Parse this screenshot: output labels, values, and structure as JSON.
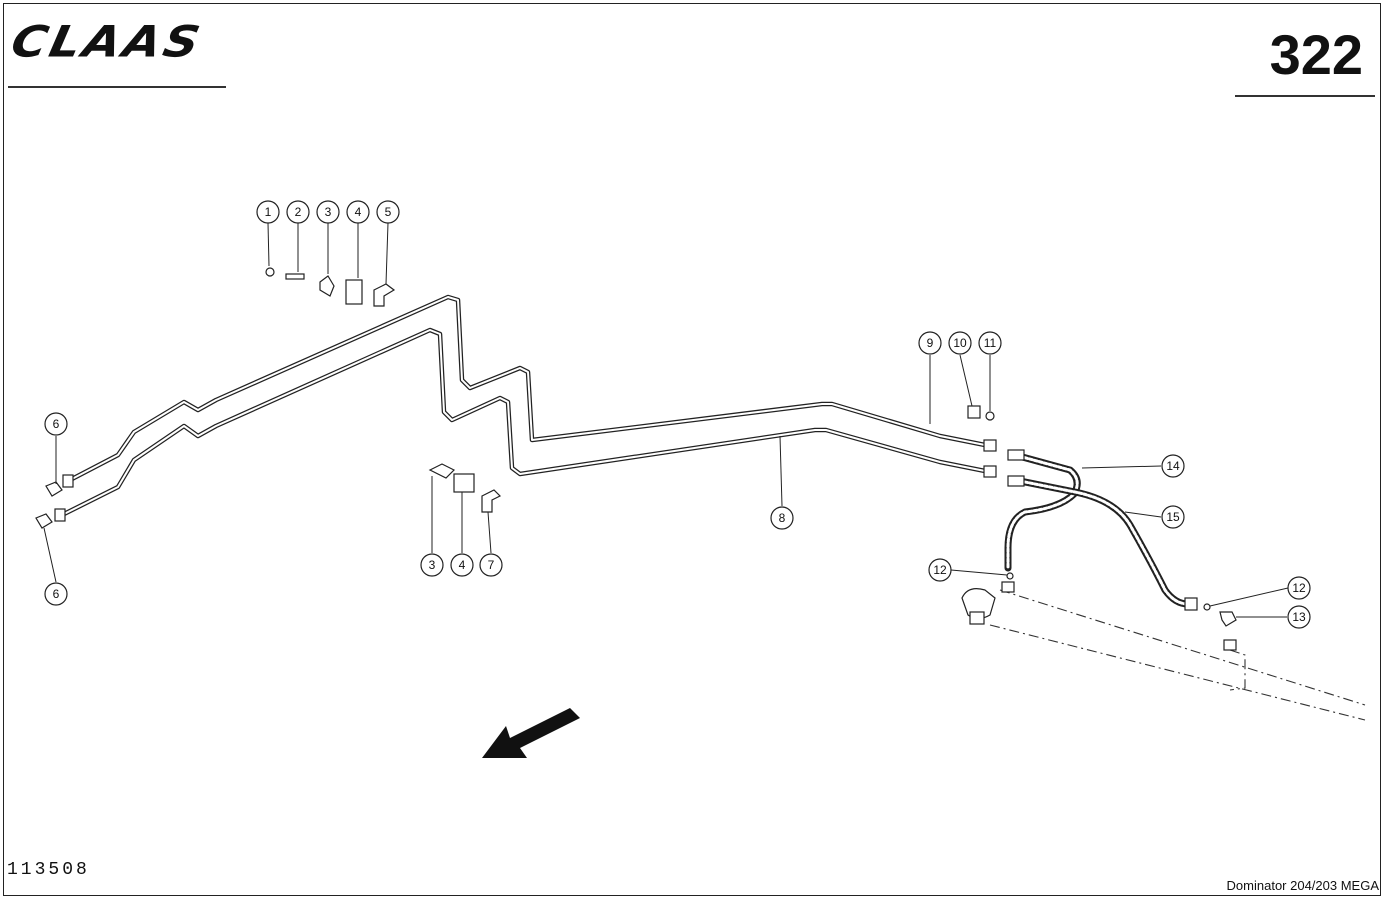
{
  "header": {
    "brand": "CLAAS",
    "page_number": "322"
  },
  "footer": {
    "drawing_number": "113508",
    "model": "Dominator 204/203 MEGA"
  },
  "callouts": {
    "c1": "1",
    "c2": "2",
    "c3a": "3",
    "c4a": "4",
    "c5": "5",
    "c6a": "6",
    "c6b": "6",
    "c3b": "3",
    "c4b": "4",
    "c7": "7",
    "c8": "8",
    "c9": "9",
    "c10": "10",
    "c11": "11",
    "c12a": "12",
    "c12b": "12",
    "c13": "13",
    "c14": "14",
    "c15": "15"
  },
  "icons": {
    "direction_arrow": "arrow-down-left-icon"
  }
}
